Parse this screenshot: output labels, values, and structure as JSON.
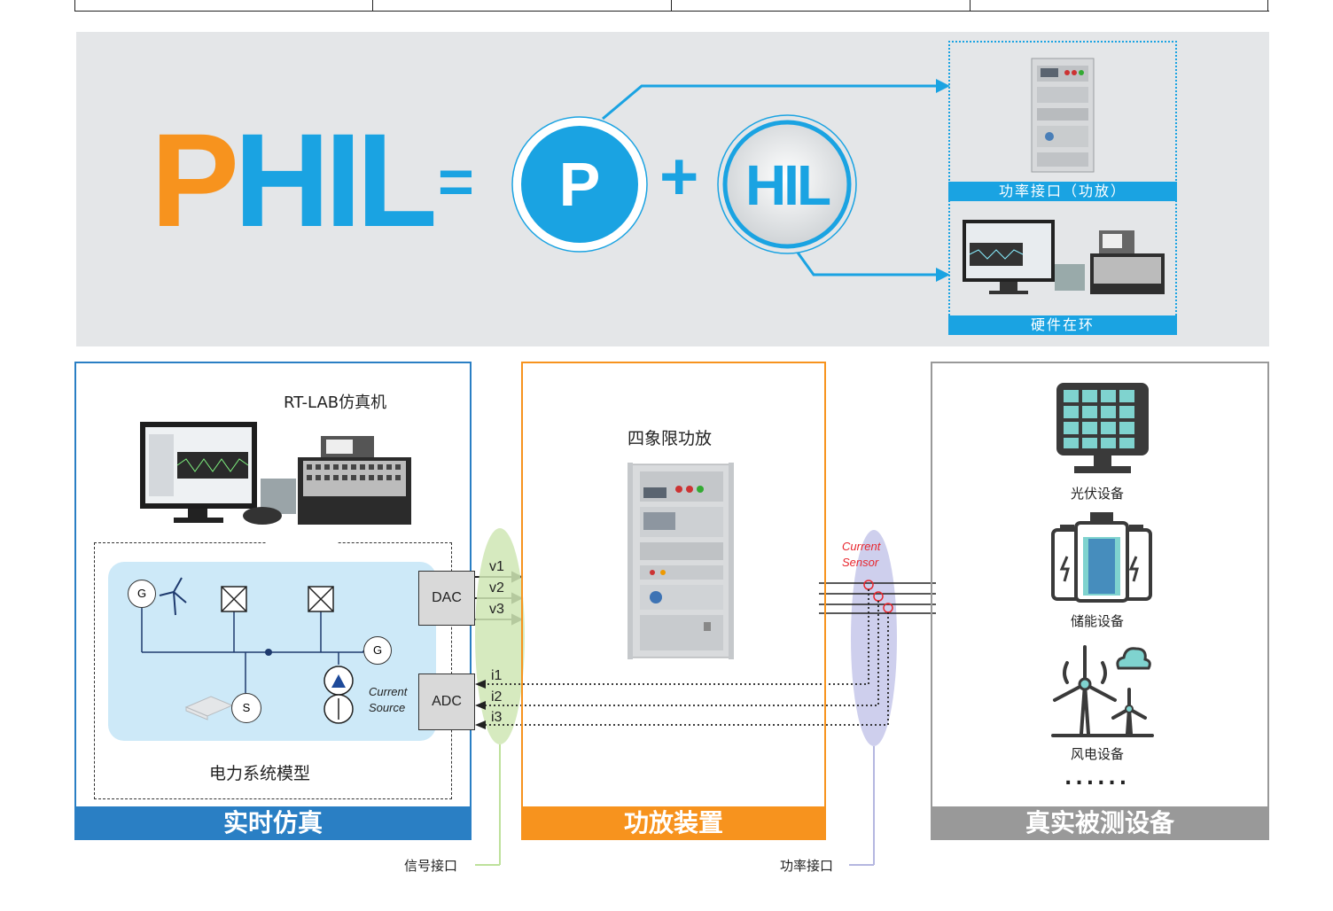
{
  "banner": {
    "phil_p": "P",
    "phil_rest": "HIL",
    "equals": "=",
    "circle_p": "P",
    "plus": "+",
    "circle_hil": "HIL",
    "power_interface_label": "功率接口（功放）",
    "hil_label": "硬件在环"
  },
  "simulation": {
    "machine_label": "RT-LAB仿真机",
    "model_label": "电力系统模型",
    "current_source_line1": "Current",
    "current_source_line2": "Source",
    "gen_label": "G",
    "s_label": "S",
    "dac_label": "DAC",
    "adc_label": "ADC",
    "footer": "实时仿真"
  },
  "signals": {
    "v1": "v1",
    "v2": "v2",
    "v3": "v3",
    "i1": "i1",
    "i2": "i2",
    "i3": "i3",
    "signal_interface": "信号接口",
    "power_interface": "功率接口",
    "current_sensor_line1": "Current",
    "current_sensor_line2": "Sensor"
  },
  "amplifier": {
    "title": "四象限功放",
    "footer": "功放装置"
  },
  "dut": {
    "pv_label": "光伏设备",
    "storage_label": "储能设备",
    "wind_label": "风电设备",
    "ellipsis": "......",
    "footer": "真实被测设备"
  },
  "colors": {
    "blue": "#1aa3e2",
    "orange": "#f7931e",
    "panel_blue": "#2a7fc4",
    "panel_orange": "#f7931e",
    "panel_gray": "#999999",
    "model_bg": "#cde9f8",
    "teal": "#7fd3cf",
    "sensor_red": "#e8262e"
  }
}
